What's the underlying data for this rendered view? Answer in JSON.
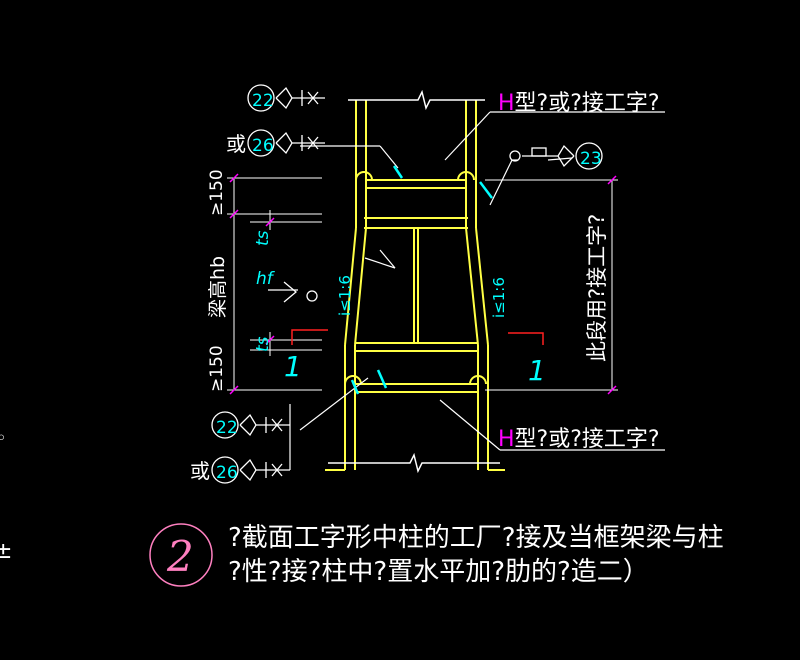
{
  "top_callout": {
    "h": "H",
    "text": "型?或?接工字?"
  },
  "bottom_callout": {
    "h": "H",
    "text": "型?或?接工字?"
  },
  "weld_refs": {
    "top_a": "22",
    "top_b": "26",
    "right": "23",
    "bottom_a": "22",
    "bottom_b": "26"
  },
  "or_label": "或",
  "dims": {
    "ge150": "≥150",
    "ts": "ts",
    "hf": "hf",
    "beam_height": "梁高hb",
    "slope": "i≤1:6"
  },
  "right_label": "此段用?接工字?",
  "section_mark": "1",
  "detail": {
    "number": "2",
    "title_line1": "?截面工字形中柱的工厂?接及当框架梁与柱",
    "title_line2": "?性?接?柱中?置水平加?肋的?造二）"
  },
  "edge_glyphs": {
    "mid": "◦",
    "low": "±"
  },
  "colors": {
    "background": "#000000",
    "steel": "#ffff44",
    "text": "#ffffff",
    "dimension": "#00ffff",
    "accent": "#ff00ff",
    "section": "#ff2020",
    "circle": "#ff80c0"
  }
}
